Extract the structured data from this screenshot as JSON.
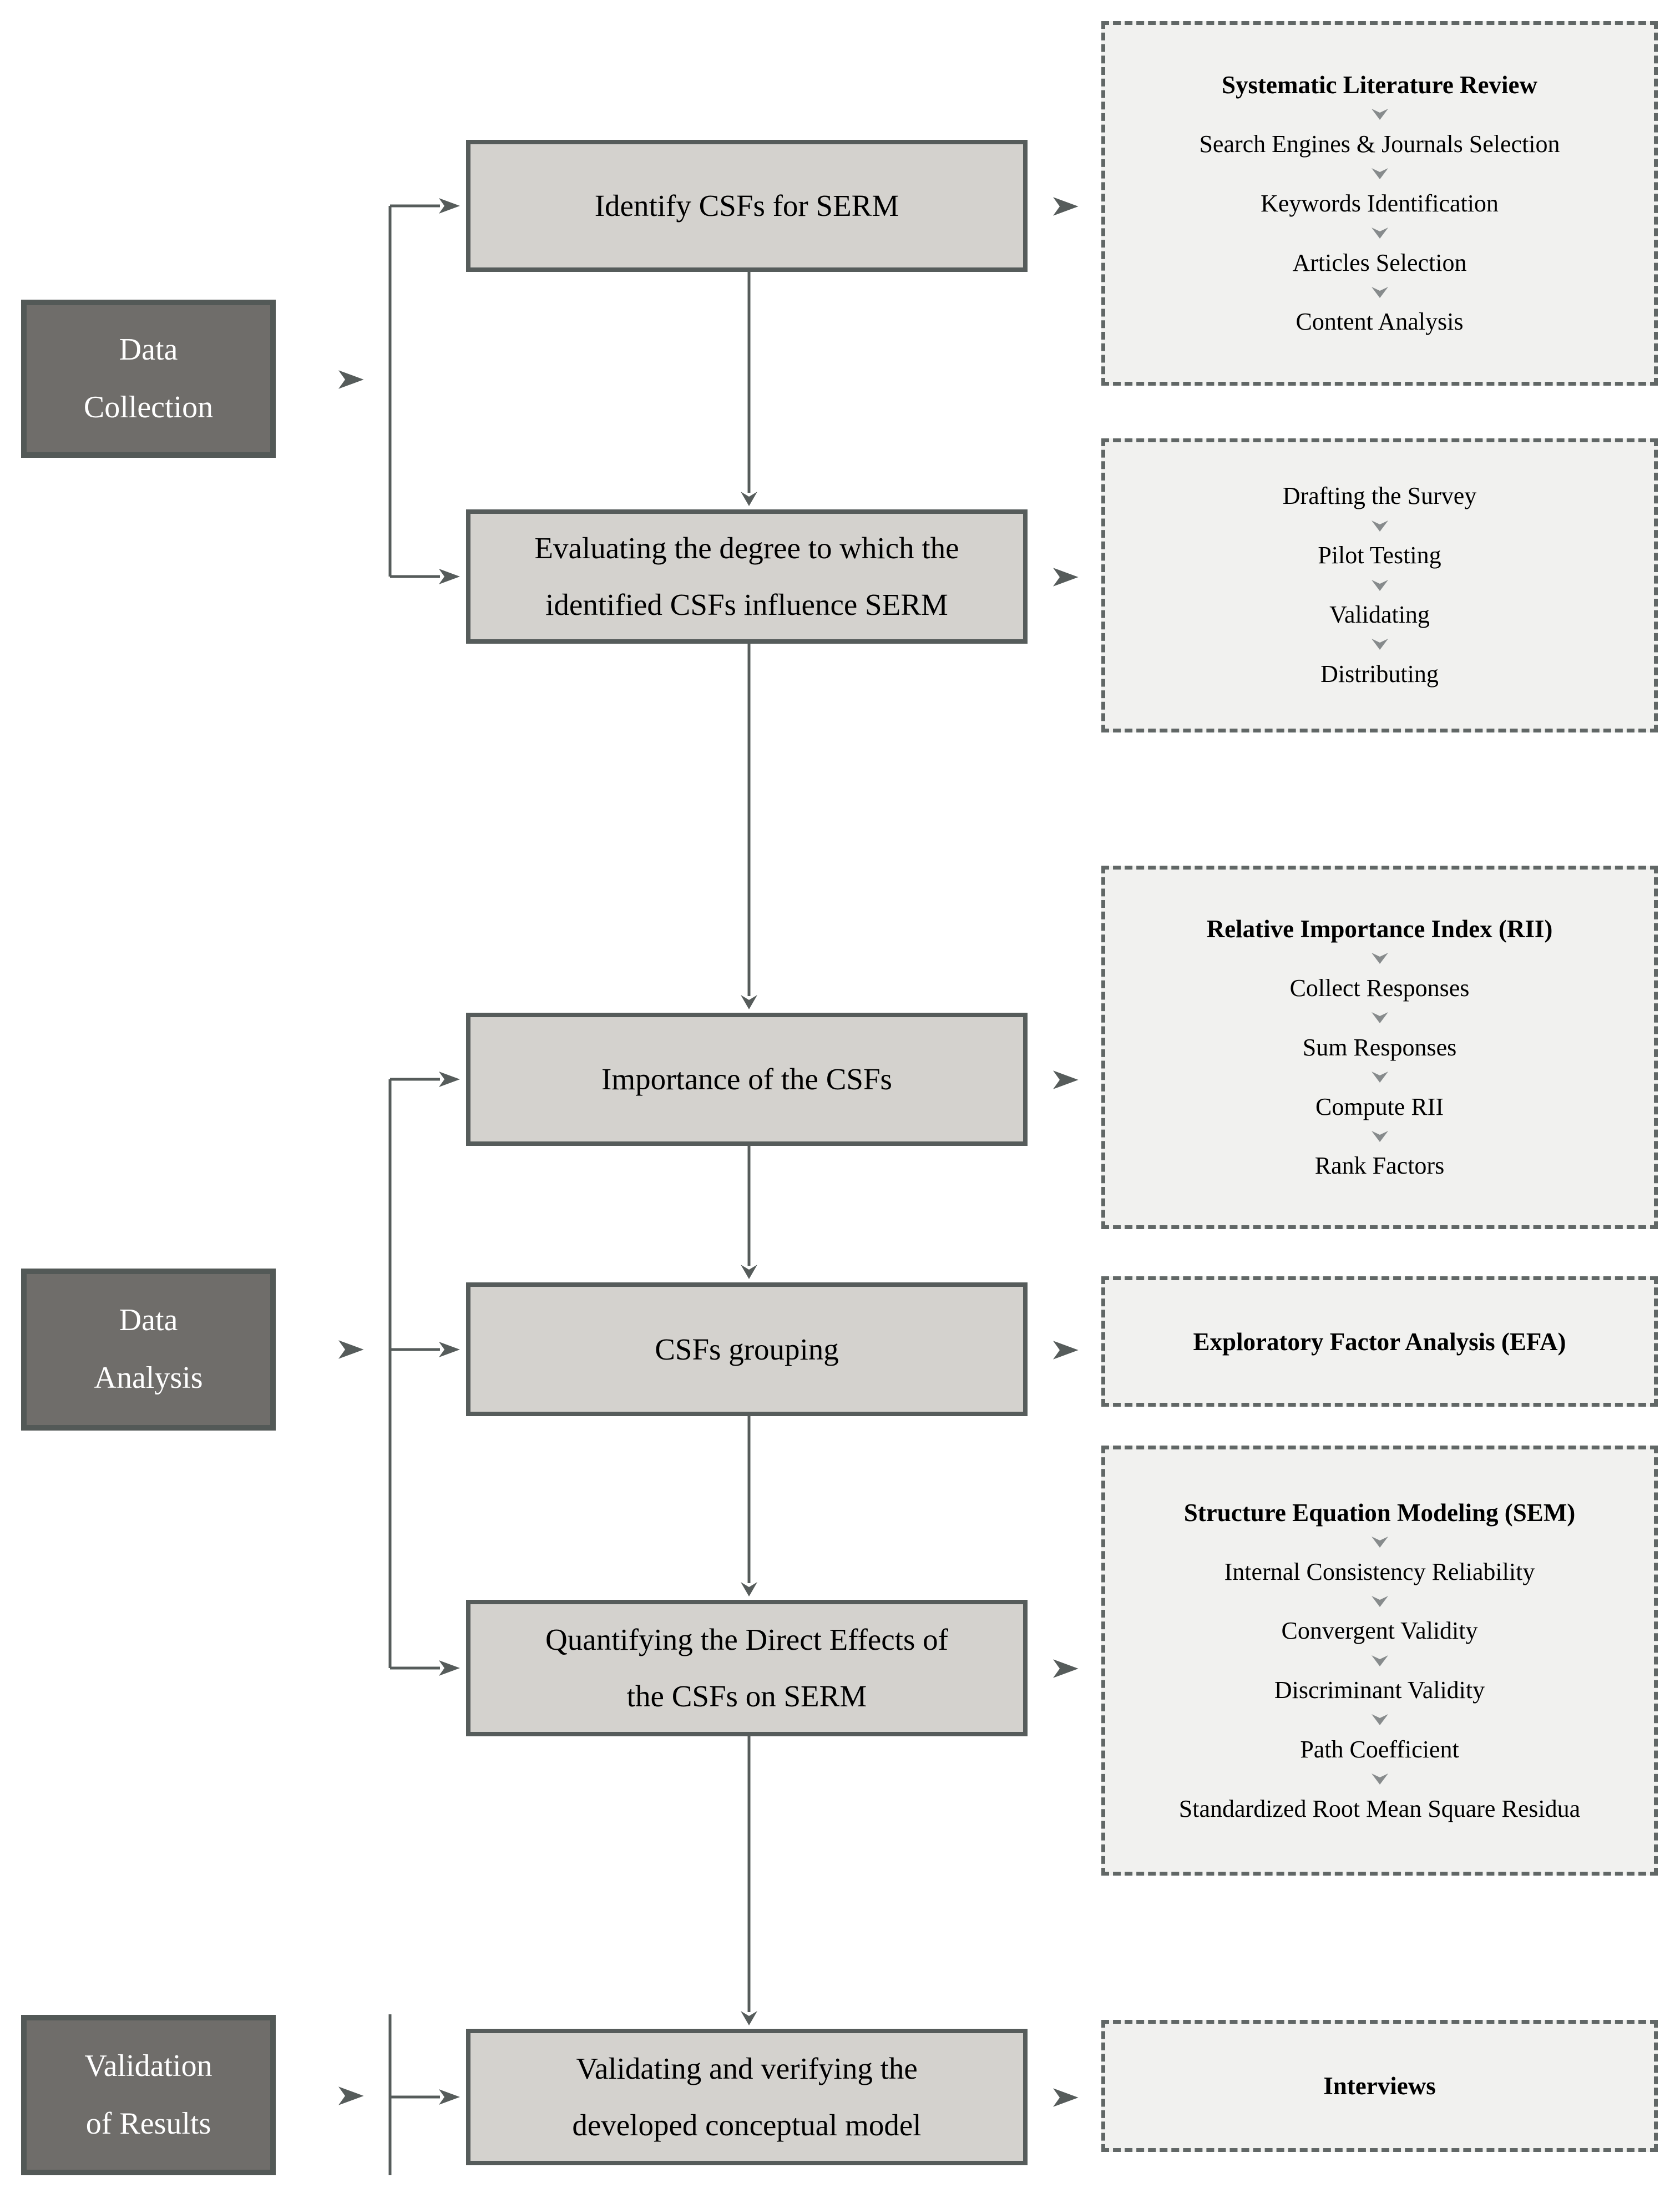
{
  "diagram": {
    "colors": {
      "phase_fill": "#6f6d6a",
      "phase_border": "#535957",
      "phase_text": "#ffffff",
      "process_fill": "#d4d2ce",
      "process_border": "#565c5b",
      "detail_fill": "#f1f1ef",
      "detail_border": "#616766",
      "connector": "#565c5b",
      "mini_arrow": "#878b8c",
      "text": "#000000"
    },
    "phases": [
      {
        "lines": [
          "Data",
          "Collection"
        ]
      },
      {
        "lines": [
          "Data",
          "Analysis"
        ]
      },
      {
        "lines": [
          "Validation",
          "of Results"
        ]
      }
    ],
    "processes": [
      {
        "lines": [
          "Identify CSFs for SERM"
        ]
      },
      {
        "lines": [
          "Evaluating the degree to which the",
          "identified CSFs influence SERM"
        ]
      },
      {
        "lines": [
          "Importance of the CSFs"
        ]
      },
      {
        "lines": [
          "CSFs grouping"
        ]
      },
      {
        "lines": [
          "Quantifying the Direct Effects of",
          "the CSFs on SERM"
        ]
      },
      {
        "lines": [
          "Validating and verifying the",
          "developed conceptual model"
        ]
      }
    ],
    "details": [
      {
        "title": "Systematic Literature Review",
        "steps": [
          "Search Engines & Journals Selection",
          "Keywords Identification",
          "Articles Selection",
          "Content Analysis"
        ]
      },
      {
        "title": "",
        "steps": [
          "Drafting the Survey",
          "Pilot Testing",
          "Validating",
          "Distributing"
        ]
      },
      {
        "title": "Relative Importance Index (RII)",
        "steps": [
          "Collect Responses",
          "Sum Responses",
          "Compute RII",
          "Rank Factors"
        ]
      },
      {
        "title": "Exploratory Factor Analysis (EFA)",
        "steps": []
      },
      {
        "title": "Structure Equation Modeling (SEM)",
        "steps": [
          "Internal Consistency Reliability",
          "Convergent Validity",
          "Discriminant Validity",
          "Path Coefficient",
          "Standardized Root Mean Square Residua"
        ]
      },
      {
        "title": "Interviews",
        "steps": []
      }
    ]
  }
}
